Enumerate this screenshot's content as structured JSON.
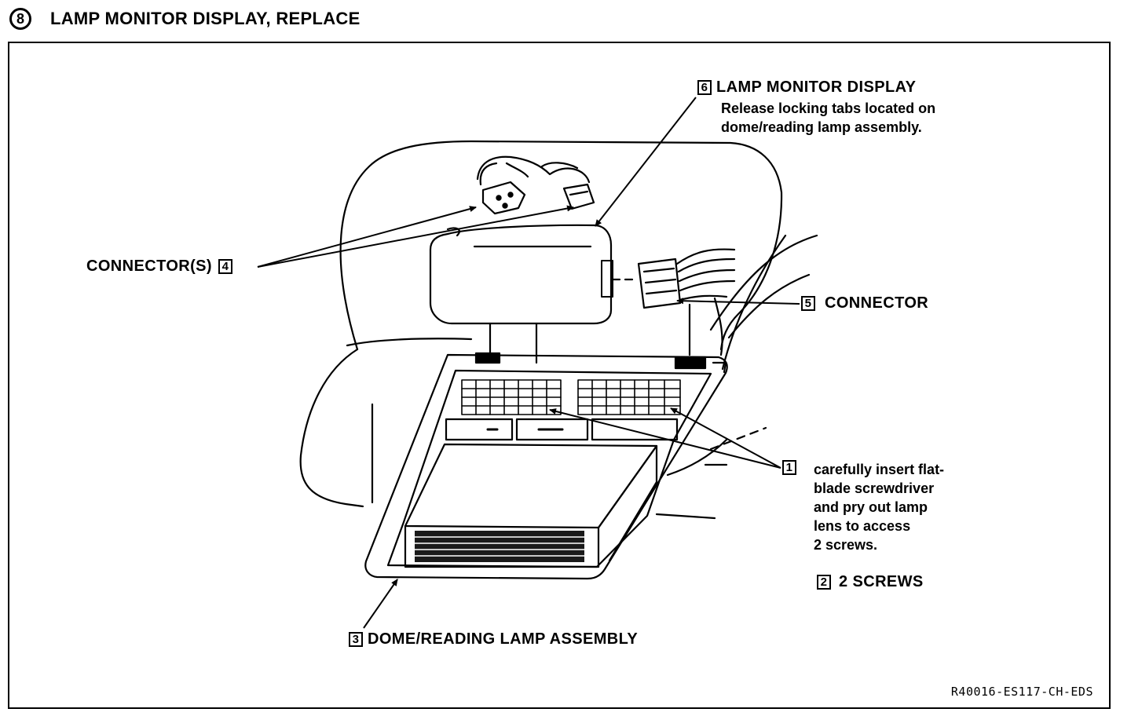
{
  "header": {
    "step_number": "8",
    "title": "LAMP MONITOR DISPLAY, REPLACE"
  },
  "callouts": {
    "lamp_monitor_display": {
      "number": "6",
      "label": "LAMP MONITOR DISPLAY",
      "note": [
        "Release locking tabs located on",
        "dome/reading lamp assembly."
      ]
    },
    "connectors": {
      "number": "4",
      "label": "CONNECTOR(S)"
    },
    "connector": {
      "number": "5",
      "label": "CONNECTOR"
    },
    "screwdriver": {
      "number": "1",
      "note": [
        "carefully insert flat-",
        "blade screwdriver",
        "and pry out lamp",
        "lens to access",
        "2 screws."
      ]
    },
    "screws": {
      "number": "2",
      "label": "2 SCREWS"
    },
    "dome_lamp": {
      "number": "3",
      "label": "DOME/READING LAMP ASSEMBLY"
    }
  },
  "figure_id": "R40016-ES117-CH-EDS",
  "colors": {
    "ink": "#000000",
    "paper": "#ffffff"
  }
}
